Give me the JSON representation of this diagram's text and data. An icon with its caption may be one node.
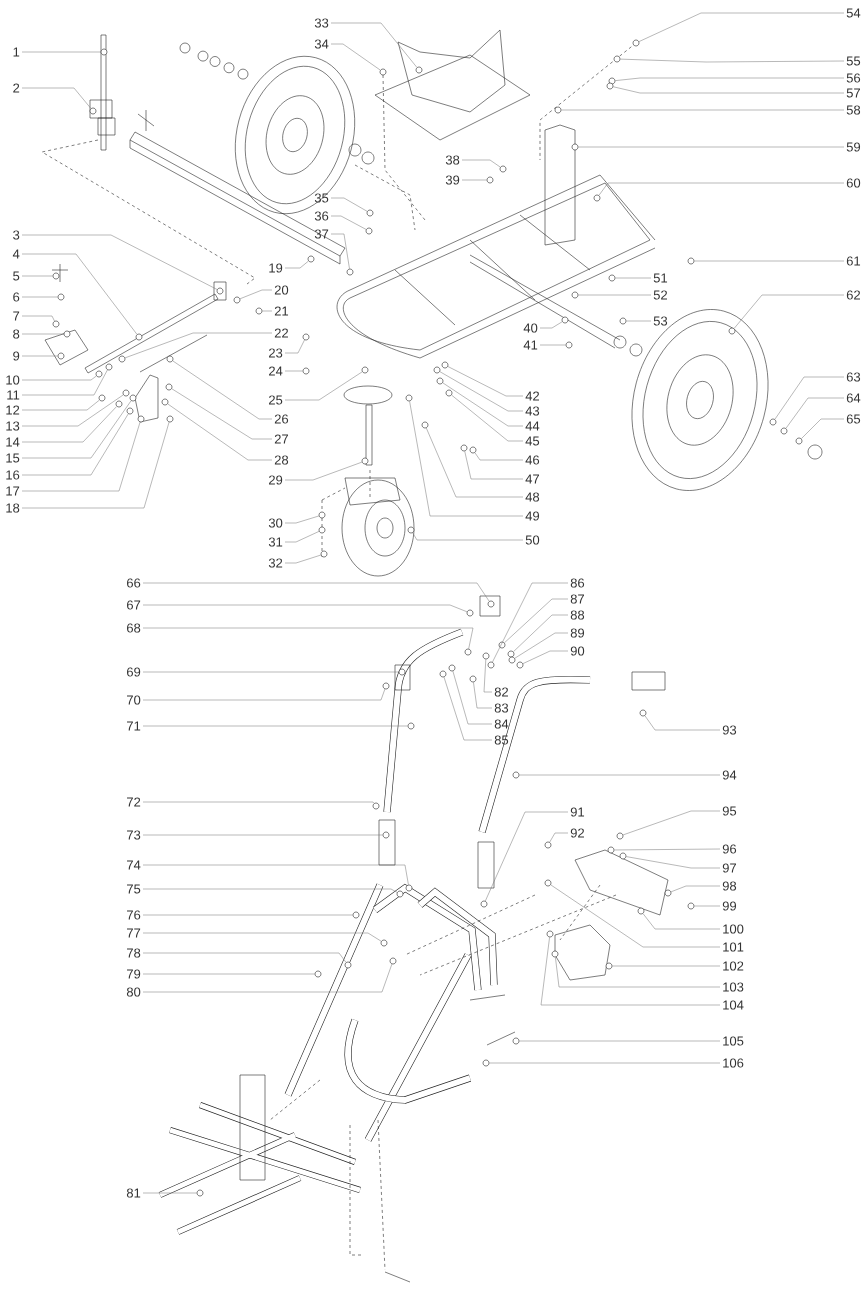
{
  "diagram": {
    "nodes": [
      {
        "text": [
          "1"
        ]
      },
      {
        "text": [
          "2"
        ]
      },
      {
        "text": [
          "3"
        ]
      },
      {
        "text": [
          "4"
        ]
      },
      {
        "text": [
          "5"
        ]
      },
      {
        "text": [
          "6"
        ]
      },
      {
        "text": [
          "7"
        ]
      },
      {
        "text": [
          "8"
        ]
      },
      {
        "text": [
          "9"
        ]
      },
      {
        "text": [
          "10"
        ]
      },
      {
        "text": [
          "11"
        ]
      },
      {
        "text": [
          "12"
        ]
      },
      {
        "text": [
          "13"
        ]
      },
      {
        "text": [
          "14"
        ]
      },
      {
        "text": [
          "15"
        ]
      },
      {
        "text": [
          "16"
        ]
      },
      {
        "text": [
          "17"
        ]
      },
      {
        "text": [
          "18"
        ]
      },
      {
        "text": [
          "19"
        ]
      },
      {
        "text": [
          "20"
        ]
      },
      {
        "text": [
          "21"
        ]
      },
      {
        "text": [
          "22"
        ]
      },
      {
        "text": [
          "23"
        ]
      },
      {
        "text": [
          "24"
        ]
      },
      {
        "text": [
          "25"
        ]
      },
      {
        "text": [
          "26"
        ]
      },
      {
        "text": [
          "27"
        ]
      },
      {
        "text": [
          "28"
        ]
      },
      {
        "text": [
          "29"
        ]
      },
      {
        "text": [
          "30"
        ]
      },
      {
        "text": [
          "31"
        ]
      },
      {
        "text": [
          "32"
        ]
      },
      {
        "text": [
          "33"
        ]
      },
      {
        "text": [
          "34"
        ]
      },
      {
        "text": [
          "35"
        ]
      },
      {
        "text": [
          "36"
        ]
      },
      {
        "text": [
          "37"
        ]
      },
      {
        "text": [
          "38"
        ]
      },
      {
        "text": [
          "39"
        ]
      },
      {
        "text": [
          "40"
        ]
      },
      {
        "text": [
          "41"
        ]
      },
      {
        "text": [
          "42"
        ]
      },
      {
        "text": [
          "43"
        ]
      },
      {
        "text": [
          "44"
        ]
      },
      {
        "text": [
          "45"
        ]
      },
      {
        "text": [
          "46"
        ]
      },
      {
        "text": [
          "47"
        ]
      },
      {
        "text": [
          "48"
        ]
      },
      {
        "text": [
          "49"
        ]
      },
      {
        "text": [
          "50"
        ]
      },
      {
        "text": [
          "51"
        ]
      },
      {
        "text": [
          "52"
        ]
      },
      {
        "text": [
          "53"
        ]
      },
      {
        "text": [
          "54"
        ]
      },
      {
        "text": [
          "55"
        ]
      },
      {
        "text": [
          "56"
        ]
      },
      {
        "text": [
          "57"
        ]
      },
      {
        "text": [
          "58"
        ]
      },
      {
        "text": [
          "59"
        ]
      },
      {
        "text": [
          "60"
        ]
      },
      {
        "text": [
          "61"
        ]
      },
      {
        "text": [
          "62"
        ]
      },
      {
        "text": [
          "63"
        ]
      },
      {
        "text": [
          "64"
        ]
      },
      {
        "text": [
          "65"
        ]
      },
      {
        "text": [
          "66"
        ]
      },
      {
        "text": [
          "67"
        ]
      },
      {
        "text": [
          "68"
        ]
      },
      {
        "text": [
          "69"
        ]
      },
      {
        "text": [
          "70"
        ]
      },
      {
        "text": [
          "71"
        ]
      },
      {
        "text": [
          "72"
        ]
      },
      {
        "text": [
          "73"
        ]
      },
      {
        "text": [
          "74"
        ]
      },
      {
        "text": [
          "75"
        ]
      },
      {
        "text": [
          "76"
        ]
      },
      {
        "text": [
          "77"
        ]
      },
      {
        "text": [
          "78"
        ]
      },
      {
        "text": [
          "79"
        ]
      },
      {
        "text": [
          "80"
        ]
      },
      {
        "text": [
          "81"
        ]
      },
      {
        "text": [
          "82"
        ]
      },
      {
        "text": [
          "83"
        ]
      },
      {
        "text": [
          "84"
        ]
      },
      {
        "text": [
          "85"
        ]
      },
      {
        "text": [
          "86"
        ]
      },
      {
        "text": [
          "87"
        ]
      },
      {
        "text": [
          "88"
        ]
      },
      {
        "text": [
          "89"
        ]
      },
      {
        "text": [
          "90"
        ]
      },
      {
        "text": [
          "91"
        ]
      },
      {
        "text": [
          "92"
        ]
      },
      {
        "text": [
          "93"
        ]
      },
      {
        "text": [
          "94"
        ]
      },
      {
        "text": [
          "95"
        ]
      },
      {
        "text": [
          "96"
        ]
      },
      {
        "text": [
          "97"
        ]
      },
      {
        "text": [
          "98"
        ]
      },
      {
        "text": [
          "99"
        ]
      },
      {
        "text": [
          "100"
        ]
      },
      {
        "text": [
          "101"
        ]
      },
      {
        "text": [
          "102"
        ]
      },
      {
        "text": [
          "103"
        ]
      },
      {
        "text": [
          "104"
        ]
      },
      {
        "text": [
          "105"
        ]
      },
      {
        "text": [
          "106"
        ]
      },
      {
        "text": [],
        "shape": "circle"
      },
      {
        "text": [],
        "shape": "circle"
      },
      {
        "text": [],
        "shape": "circle"
      },
      {
        "text": [],
        "shape": "circle"
      },
      {
        "text": [],
        "shape": "circle"
      },
      {
        "text": [],
        "shape": "circle"
      },
      {
        "text": [],
        "shape": "circle"
      },
      {
        "text": [],
        "shape": "circle"
      },
      {
        "text": [],
        "shape": "circle"
      },
      {
        "text": [],
        "shape": "circle"
      },
      {
        "text": [],
        "shape": "circle"
      },
      {
        "text": [],
        "shape": "circle"
      },
      {
        "text": [],
        "shape": "circle"
      },
      {
        "text": [],
        "shape": "circle"
      },
      {
        "text": [],
        "shape": "circle"
      },
      {
        "text": [],
        "shape": "circle"
      },
      {
        "text": [],
        "shape": "circle"
      },
      {
        "text": [],
        "shape": "circle"
      },
      {
        "text": [],
        "shape": "circle"
      },
      {
        "text": [],
        "shape": "circle"
      },
      {
        "text": [],
        "shape": "circle"
      },
      {
        "text": [],
        "shape": "circle"
      },
      {
        "text": [],
        "shape": "circle"
      },
      {
        "text": [],
        "shape": "circle"
      },
      {
        "text": [],
        "shape": "circle"
      },
      {
        "text": [],
        "shape": "circle"
      },
      {
        "text": [],
        "shape": "circle"
      },
      {
        "text": [],
        "shape": "circle"
      },
      {
        "text": [],
        "shape": "circle"
      },
      {
        "text": [],
        "shape": "circle"
      },
      {
        "text": [],
        "shape": "circle"
      },
      {
        "text": [],
        "shape": "circle"
      },
      {
        "text": [],
        "shape": "circle"
      },
      {
        "text": [],
        "shape": "circle"
      },
      {
        "text": [],
        "shape": "circle"
      },
      {
        "text": [],
        "shape": "circle"
      },
      {
        "text": [],
        "shape": "circle"
      },
      {
        "text": [],
        "shape": "circle"
      },
      {
        "text": [],
        "shape": "circle"
      },
      {
        "text": [],
        "shape": "circle"
      },
      {
        "text": [],
        "shape": "circle"
      },
      {
        "text": [],
        "shape": "circle"
      },
      {
        "text": [],
        "shape": "circle"
      },
      {
        "text": [],
        "shape": "circle"
      },
      {
        "text": [],
        "shape": "circle"
      },
      {
        "text": [],
        "shape": "circle"
      },
      {
        "text": [],
        "shape": "circle"
      },
      {
        "text": [],
        "shape": "circle"
      },
      {
        "text": [],
        "shape": "circle"
      },
      {
        "text": [],
        "shape": "circle"
      },
      {
        "text": [],
        "shape": "circle"
      },
      {
        "text": [],
        "shape": "circle"
      },
      {
        "text": [],
        "shape": "circle"
      },
      {
        "text": [],
        "shape": "circle"
      },
      {
        "text": [],
        "shape": "circle"
      },
      {
        "text": [],
        "shape": "circle"
      },
      {
        "text": [],
        "shape": "circle"
      },
      {
        "text": [],
        "shape": "circle"
      },
      {
        "text": [],
        "shape": "circle"
      },
      {
        "text": [],
        "shape": "circle"
      },
      {
        "text": [],
        "shape": "circle"
      },
      {
        "text": [],
        "shape": "circle"
      },
      {
        "text": [],
        "shape": "circle"
      },
      {
        "text": [],
        "shape": "circle"
      },
      {
        "text": [],
        "shape": "circle"
      },
      {
        "text": [],
        "shape": "circle"
      },
      {
        "text": [],
        "shape": "circle"
      },
      {
        "text": [],
        "shape": "circle"
      },
      {
        "text": [],
        "shape": "circle"
      },
      {
        "text": [],
        "shape": "circle"
      },
      {
        "text": [],
        "shape": "circle"
      },
      {
        "text": [],
        "shape": "circle"
      },
      {
        "text": [],
        "shape": "circle"
      },
      {
        "text": [],
        "shape": "circle"
      },
      {
        "text": [],
        "shape": "circle"
      },
      {
        "text": [],
        "shape": "circle"
      },
      {
        "text": [],
        "shape": "circle"
      },
      {
        "text": [],
        "shape": "circle"
      },
      {
        "text": [],
        "shape": "circle"
      },
      {
        "text": [],
        "shape": "circle"
      },
      {
        "text": [],
        "shape": "circle"
      },
      {
        "text": [],
        "shape": "circle"
      },
      {
        "text": [],
        "shape": "circle"
      },
      {
        "text": [],
        "shape": "circle"
      },
      {
        "text": [],
        "shape": "circle"
      },
      {
        "text": [],
        "shape": "circle"
      },
      {
        "text": [],
        "shape": "circle"
      },
      {
        "text": [],
        "shape": "circle"
      },
      {
        "text": [],
        "shape": "circle"
      },
      {
        "text": [],
        "shape": "circle"
      },
      {
        "text": [],
        "shape": "circle"
      },
      {
        "text": [],
        "shape": "circle"
      },
      {
        "text": [],
        "shape": "circle"
      },
      {
        "text": [],
        "shape": "circle"
      },
      {
        "text": [],
        "shape": "circle"
      },
      {
        "text": [],
        "shape": "circle"
      },
      {
        "text": [],
        "shape": "circle"
      },
      {
        "text": [],
        "shape": "circle"
      },
      {
        "text": [],
        "shape": "circle"
      },
      {
        "text": [],
        "shape": "circle"
      },
      {
        "text": [],
        "shape": "circle"
      },
      {
        "text": [],
        "shape": "circle"
      },
      {
        "text": [],
        "shape": "circle"
      },
      {
        "text": [],
        "shape": "circle"
      },
      {
        "text": [],
        "shape": "circle"
      },
      {
        "text": [],
        "shape": "circle"
      }
    ],
    "edges": [
      {
        "from": 0,
        "to": 106,
        "arrow": "none"
      },
      {
        "from": 1,
        "to": 107,
        "arrow": "none"
      },
      {
        "from": 2,
        "to": 108,
        "arrow": "none"
      },
      {
        "from": 3,
        "to": 109,
        "arrow": "none"
      },
      {
        "from": 4,
        "to": 110,
        "arrow": "none"
      },
      {
        "from": 5,
        "to": 111,
        "arrow": "none"
      },
      {
        "from": 6,
        "to": 112,
        "arrow": "none"
      },
      {
        "from": 7,
        "to": 113,
        "arrow": "none"
      },
      {
        "from": 8,
        "to": 114,
        "arrow": "none"
      },
      {
        "from": 9,
        "to": 115,
        "arrow": "none"
      },
      {
        "from": 10,
        "to": 116,
        "arrow": "none"
      },
      {
        "from": 11,
        "to": 117,
        "arrow": "none"
      },
      {
        "from": 12,
        "to": 118,
        "arrow": "none"
      },
      {
        "from": 13,
        "to": 119,
        "arrow": "none"
      },
      {
        "from": 14,
        "to": 120,
        "arrow": "none"
      },
      {
        "from": 15,
        "to": 121,
        "arrow": "none"
      },
      {
        "from": 16,
        "to": 122,
        "arrow": "none"
      },
      {
        "from": 17,
        "to": 123,
        "arrow": "none"
      },
      {
        "from": 18,
        "to": 124,
        "arrow": "none"
      },
      {
        "from": 19,
        "to": 125,
        "arrow": "none"
      },
      {
        "from": 20,
        "to": 126,
        "arrow": "none"
      },
      {
        "from": 21,
        "to": 127,
        "arrow": "none"
      },
      {
        "from": 22,
        "to": 128,
        "arrow": "none"
      },
      {
        "from": 23,
        "to": 129,
        "arrow": "none"
      },
      {
        "from": 24,
        "to": 130,
        "arrow": "none"
      },
      {
        "from": 25,
        "to": 131,
        "arrow": "none"
      },
      {
        "from": 26,
        "to": 132,
        "arrow": "none"
      },
      {
        "from": 27,
        "to": 133,
        "arrow": "none"
      },
      {
        "from": 28,
        "to": 134,
        "arrow": "none"
      },
      {
        "from": 29,
        "to": 135,
        "arrow": "none"
      },
      {
        "from": 30,
        "to": 136,
        "arrow": "none"
      },
      {
        "from": 31,
        "to": 137,
        "arrow": "none"
      },
      {
        "from": 32,
        "to": 138,
        "arrow": "none"
      },
      {
        "from": 33,
        "to": 139,
        "arrow": "none"
      },
      {
        "from": 34,
        "to": 140,
        "arrow": "none"
      },
      {
        "from": 35,
        "to": 141,
        "arrow": "none"
      },
      {
        "from": 36,
        "to": 142,
        "arrow": "none"
      },
      {
        "from": 37,
        "to": 143,
        "arrow": "none"
      },
      {
        "from": 38,
        "to": 144,
        "arrow": "none"
      },
      {
        "from": 39,
        "to": 145,
        "arrow": "none"
      },
      {
        "from": 40,
        "to": 146,
        "arrow": "none"
      },
      {
        "from": 41,
        "to": 147,
        "arrow": "none"
      },
      {
        "from": 42,
        "to": 148,
        "arrow": "none"
      },
      {
        "from": 43,
        "to": 149,
        "arrow": "none"
      },
      {
        "from": 44,
        "to": 150,
        "arrow": "none"
      },
      {
        "from": 45,
        "to": 151,
        "arrow": "none"
      },
      {
        "from": 46,
        "to": 152,
        "arrow": "none"
      },
      {
        "from": 47,
        "to": 153,
        "arrow": "none"
      },
      {
        "from": 48,
        "to": 154,
        "arrow": "none"
      },
      {
        "from": 49,
        "to": 155,
        "arrow": "none"
      },
      {
        "from": 50,
        "to": 156,
        "arrow": "none"
      },
      {
        "from": 51,
        "to": 157,
        "arrow": "none"
      },
      {
        "from": 52,
        "to": 158,
        "arrow": "none"
      },
      {
        "from": 53,
        "to": 159,
        "arrow": "none"
      },
      {
        "from": 54,
        "to": 160,
        "arrow": "none"
      },
      {
        "from": 55,
        "to": 161,
        "arrow": "none"
      },
      {
        "from": 56,
        "to": 162,
        "arrow": "none"
      },
      {
        "from": 57,
        "to": 163,
        "arrow": "none"
      },
      {
        "from": 58,
        "to": 164,
        "arrow": "none"
      },
      {
        "from": 59,
        "to": 165,
        "arrow": "none"
      },
      {
        "from": 60,
        "to": 166,
        "arrow": "none"
      },
      {
        "from": 61,
        "to": 167,
        "arrow": "none"
      },
      {
        "from": 62,
        "to": 168,
        "arrow": "none"
      },
      {
        "from": 63,
        "to": 169,
        "arrow": "none"
      },
      {
        "from": 64,
        "to": 170,
        "arrow": "none"
      },
      {
        "from": 65,
        "to": 171,
        "arrow": "none"
      },
      {
        "from": 66,
        "to": 172,
        "arrow": "none"
      },
      {
        "from": 67,
        "to": 173,
        "arrow": "none"
      },
      {
        "from": 68,
        "to": 174,
        "arrow": "none"
      },
      {
        "from": 69,
        "to": 175,
        "arrow": "none"
      },
      {
        "from": 70,
        "to": 176,
        "arrow": "none"
      },
      {
        "from": 71,
        "to": 177,
        "arrow": "none"
      },
      {
        "from": 72,
        "to": 178,
        "arrow": "none"
      },
      {
        "from": 73,
        "to": 179,
        "arrow": "none"
      },
      {
        "from": 74,
        "to": 180,
        "arrow": "none"
      },
      {
        "from": 75,
        "to": 181,
        "arrow": "none"
      },
      {
        "from": 76,
        "to": 182,
        "arrow": "none"
      },
      {
        "from": 77,
        "to": 183,
        "arrow": "none"
      },
      {
        "from": 78,
        "to": 184,
        "arrow": "none"
      },
      {
        "from": 79,
        "to": 185,
        "arrow": "none"
      },
      {
        "from": 80,
        "to": 186,
        "arrow": "none"
      },
      {
        "from": 81,
        "to": 187,
        "arrow": "none"
      },
      {
        "from": 82,
        "to": 188,
        "arrow": "none"
      },
      {
        "from": 83,
        "to": 189,
        "arrow": "none"
      },
      {
        "from": 84,
        "to": 190,
        "arrow": "none"
      },
      {
        "from": 85,
        "to": 191,
        "arrow": "none"
      },
      {
        "from": 86,
        "to": 192,
        "arrow": "none"
      },
      {
        "from": 87,
        "to": 193,
        "arrow": "none"
      },
      {
        "from": 88,
        "to": 194,
        "arrow": "none"
      },
      {
        "from": 89,
        "to": 195,
        "arrow": "none"
      },
      {
        "from": 90,
        "to": 196,
        "arrow": "none"
      },
      {
        "from": 91,
        "to": 197,
        "arrow": "none"
      },
      {
        "from": 92,
        "to": 198,
        "arrow": "none"
      },
      {
        "from": 93,
        "to": 199,
        "arrow": "none"
      },
      {
        "from": 94,
        "to": 200,
        "arrow": "none"
      },
      {
        "from": 95,
        "to": 201,
        "arrow": "none"
      },
      {
        "from": 96,
        "to": 202,
        "arrow": "none"
      },
      {
        "from": 97,
        "to": 203,
        "arrow": "none"
      },
      {
        "from": 98,
        "to": 204,
        "arrow": "none"
      },
      {
        "from": 99,
        "to": 205,
        "arrow": "none"
      },
      {
        "from": 100,
        "to": 206,
        "arrow": "none"
      },
      {
        "from": 101,
        "to": 207,
        "arrow": "none"
      },
      {
        "from": 102,
        "to": 208,
        "arrow": "none"
      },
      {
        "from": 103,
        "to": 209,
        "arrow": "none"
      },
      {
        "from": 104,
        "to": 210,
        "arrow": "none"
      },
      {
        "from": 105,
        "to": 211,
        "arrow": "none"
      }
    ]
  }
}
